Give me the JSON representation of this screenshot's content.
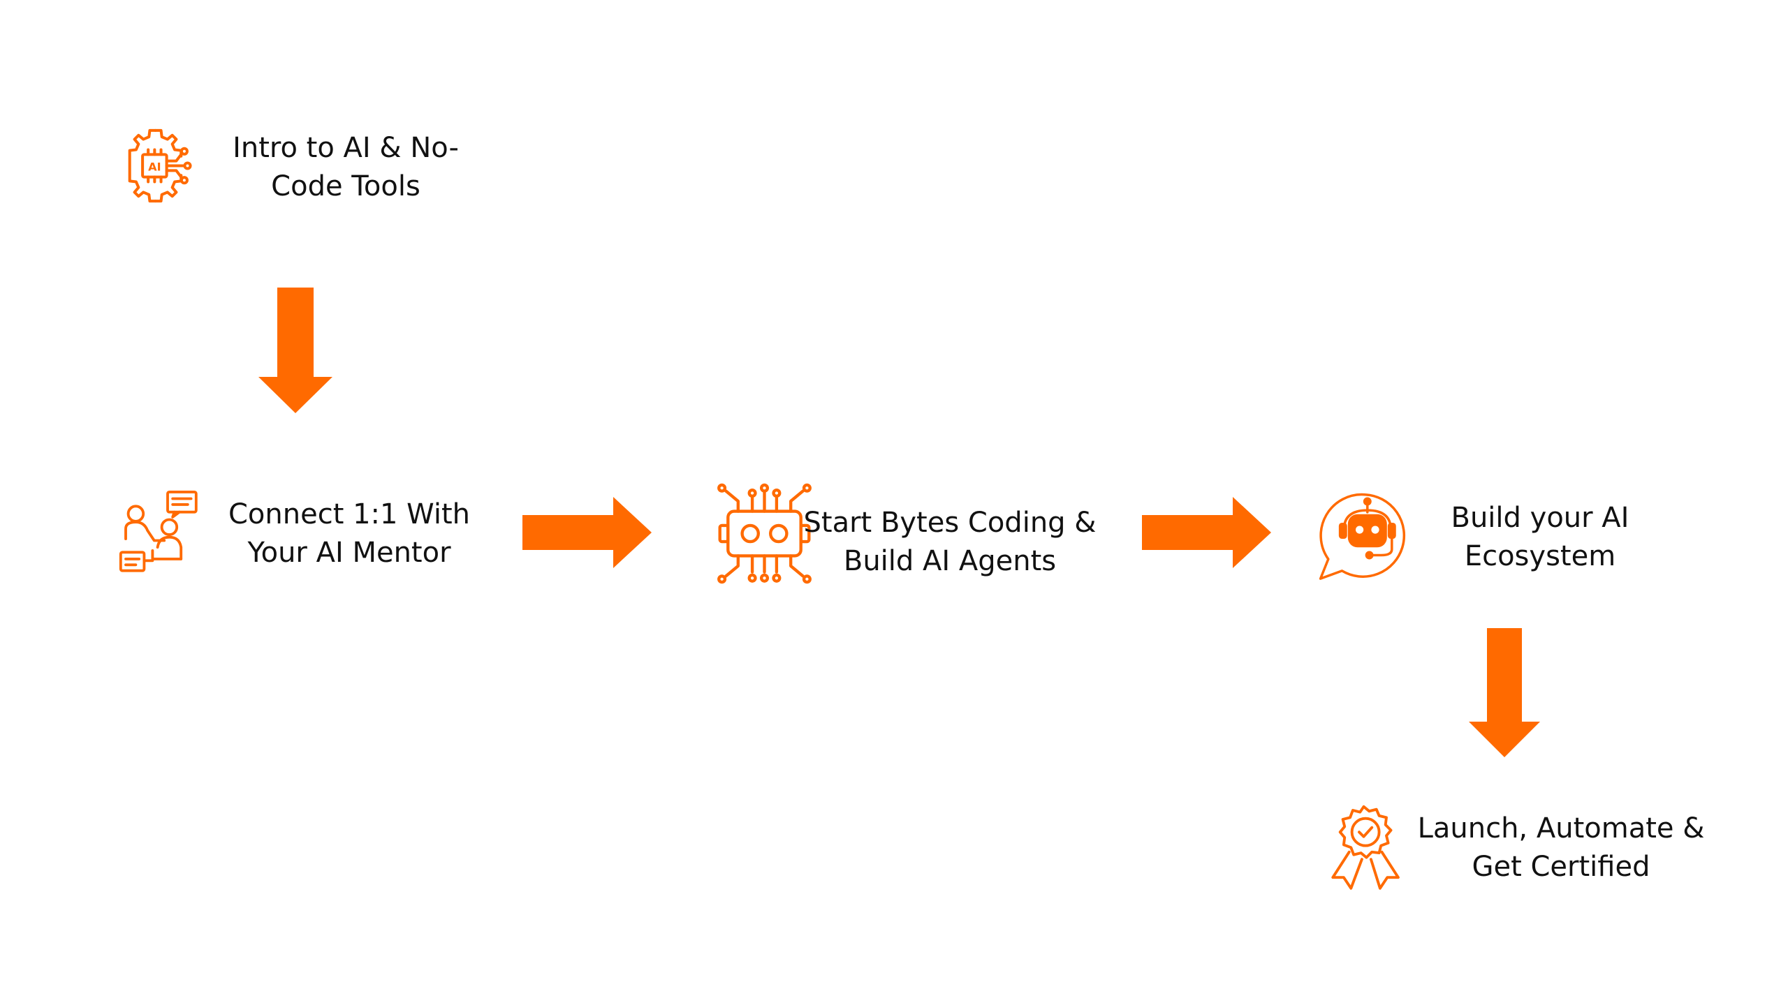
{
  "diagram": {
    "accent_color": "#FF6A00",
    "steps": [
      {
        "label": "Intro to AI & No-\nCode Tools",
        "icon": "ai-gear-chip-icon"
      },
      {
        "label": "Connect 1:1 With\nYour AI Mentor",
        "icon": "mentor-chat-icon"
      },
      {
        "label": "Start Bytes Coding &\nBuild AI Agents",
        "icon": "robot-circuit-icon"
      },
      {
        "label": "Build your AI\nEcosystem",
        "icon": "chatbot-bubble-icon"
      },
      {
        "label": "Launch, Automate &\nGet Certified",
        "icon": "certificate-badge-icon"
      }
    ],
    "connectors": [
      {
        "from": 0,
        "to": 1,
        "direction": "down"
      },
      {
        "from": 1,
        "to": 2,
        "direction": "right"
      },
      {
        "from": 2,
        "to": 3,
        "direction": "right"
      },
      {
        "from": 3,
        "to": 4,
        "direction": "down"
      }
    ]
  }
}
